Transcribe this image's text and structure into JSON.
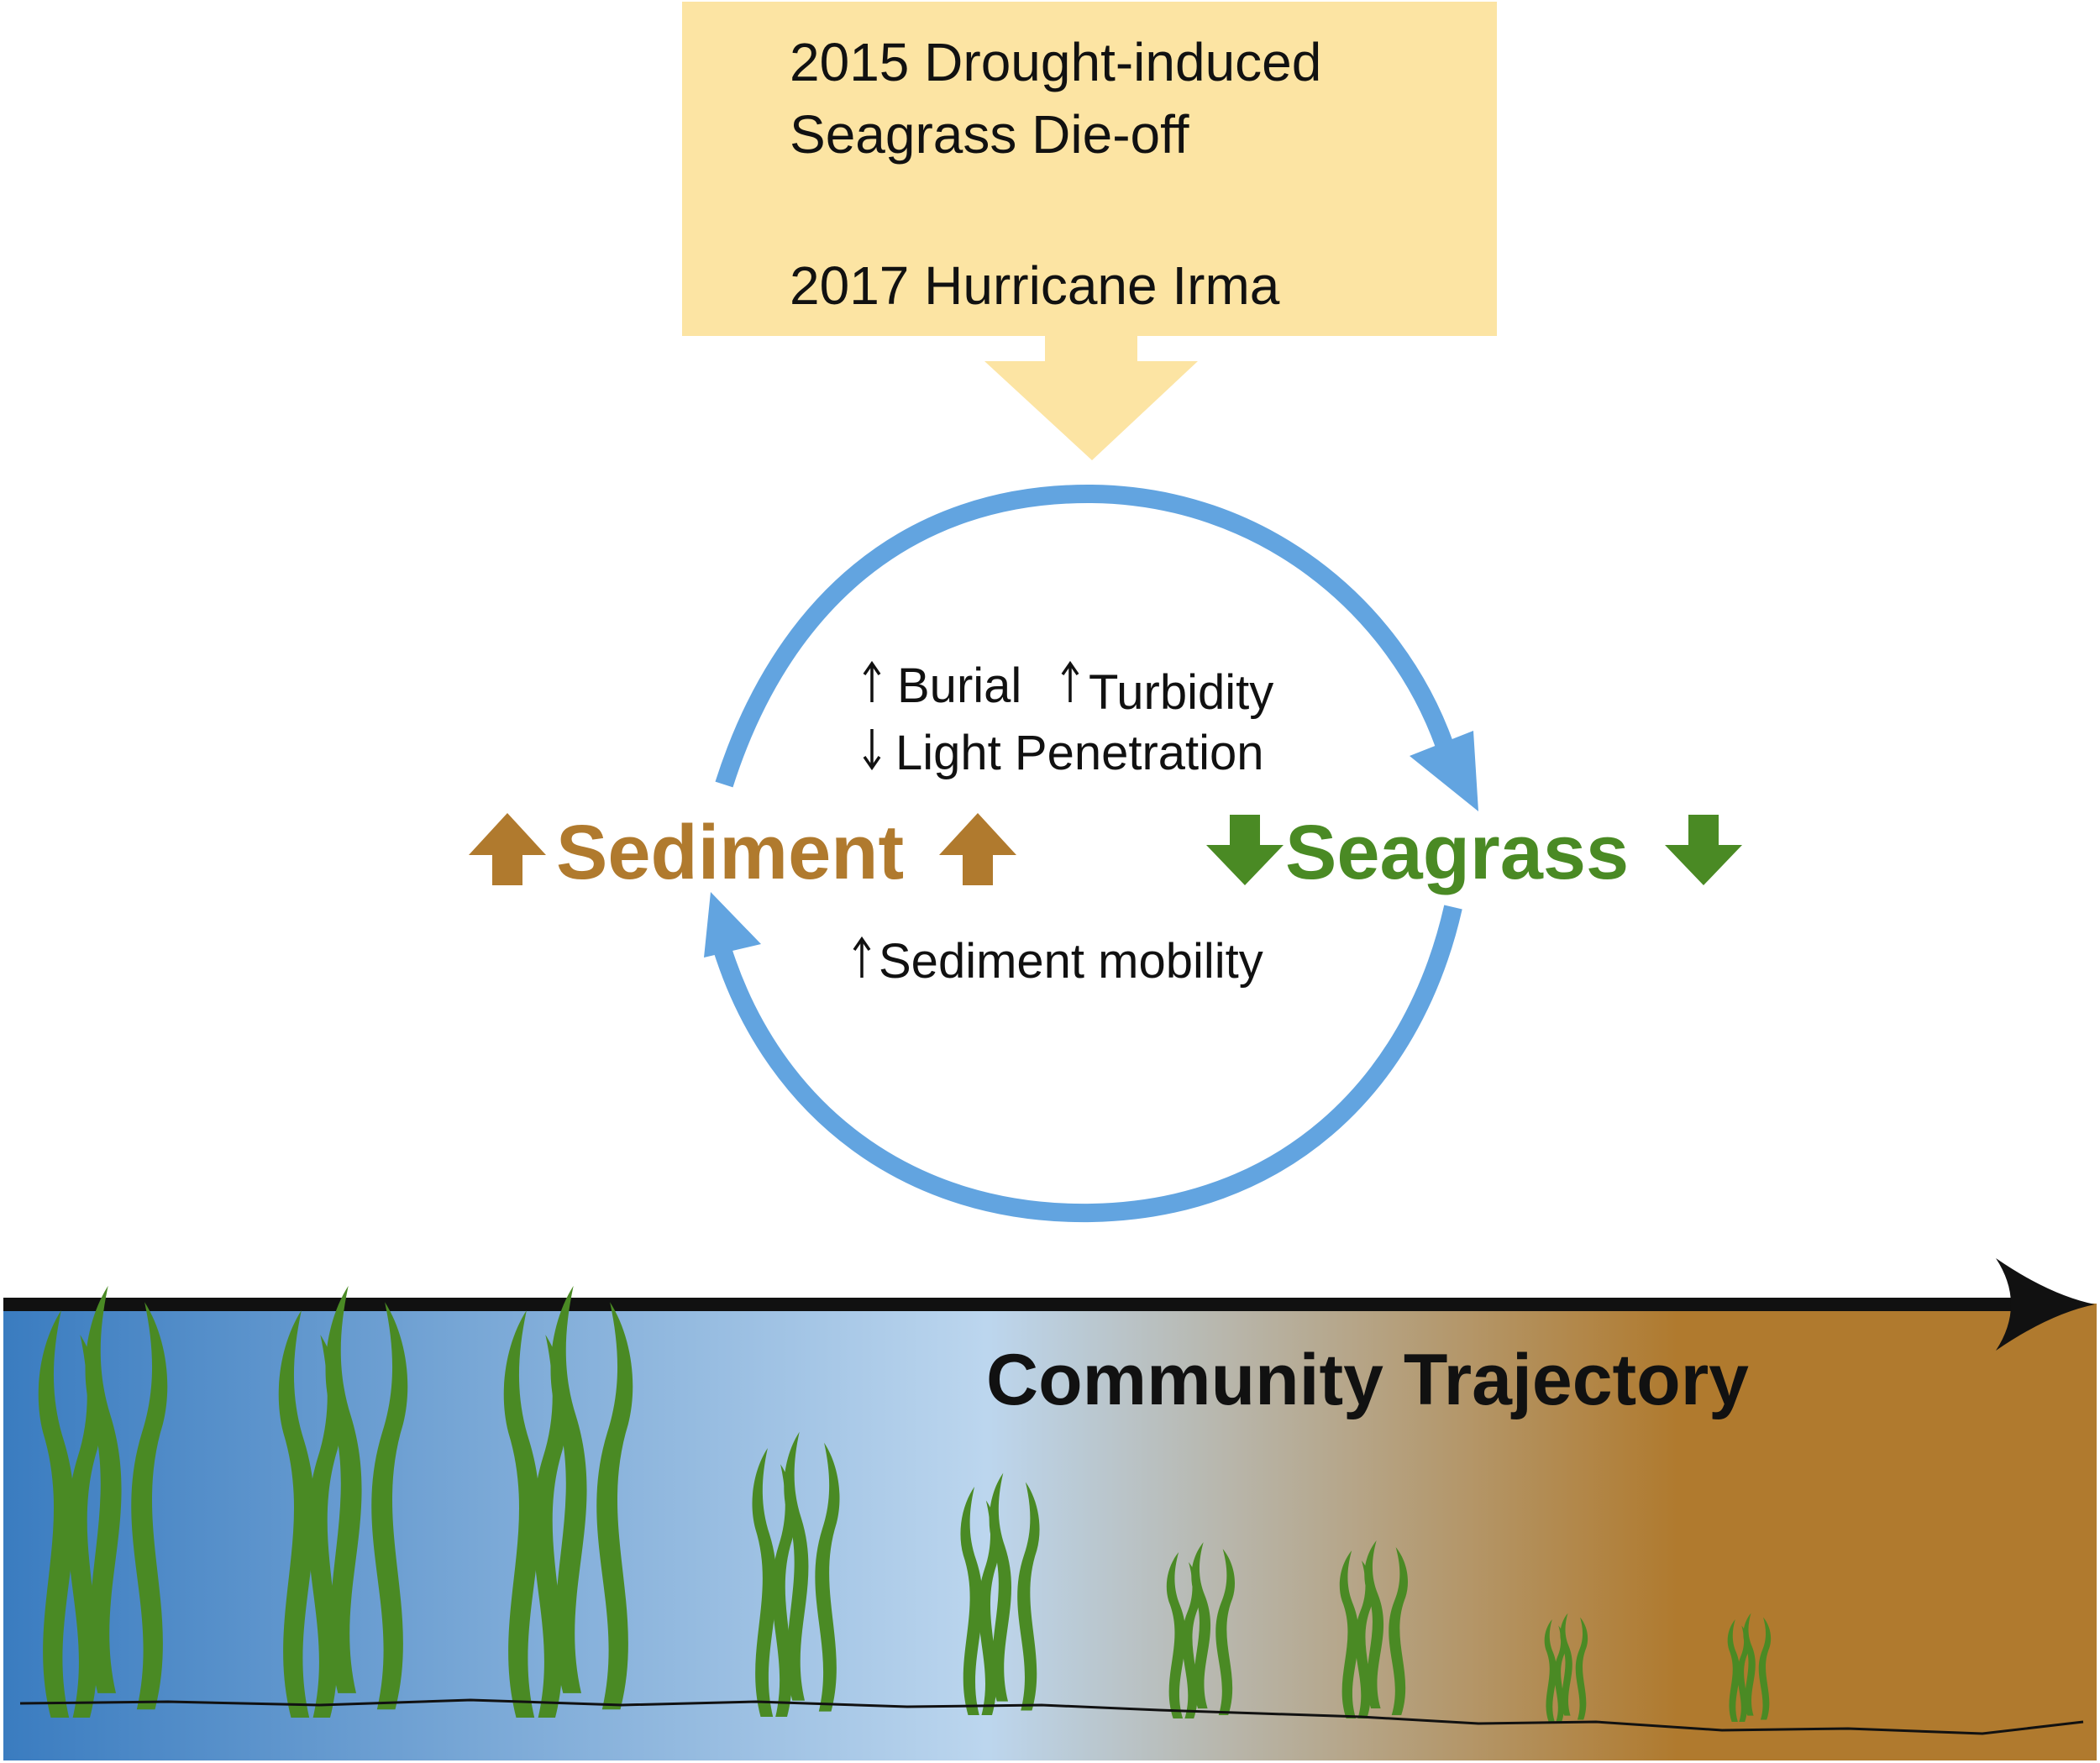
{
  "events": {
    "line1": "2015 Drought-induced",
    "line2": "Seagrass Die-off",
    "line3": "2017 Hurricane Irma"
  },
  "cycle": {
    "left_node": "Sediment",
    "right_node": "Seagrass",
    "top_mech_a": "Burial",
    "top_mech_b": "Turbidity",
    "top_mech_c": "Light Penetration",
    "bottom_mech": "Sediment mobility"
  },
  "trajectory": {
    "label": "Community Trajectory"
  },
  "colors": {
    "event_box": "#fce4a3",
    "cycle_arrow": "#62a4e0",
    "sediment": "#b07a2e",
    "seagrass": "#4a8a24",
    "gradient_start": "#3a7cc0",
    "gradient_mid": "#bcd6ee",
    "gradient_end": "#b07a2e",
    "ground_line": "#111111"
  }
}
